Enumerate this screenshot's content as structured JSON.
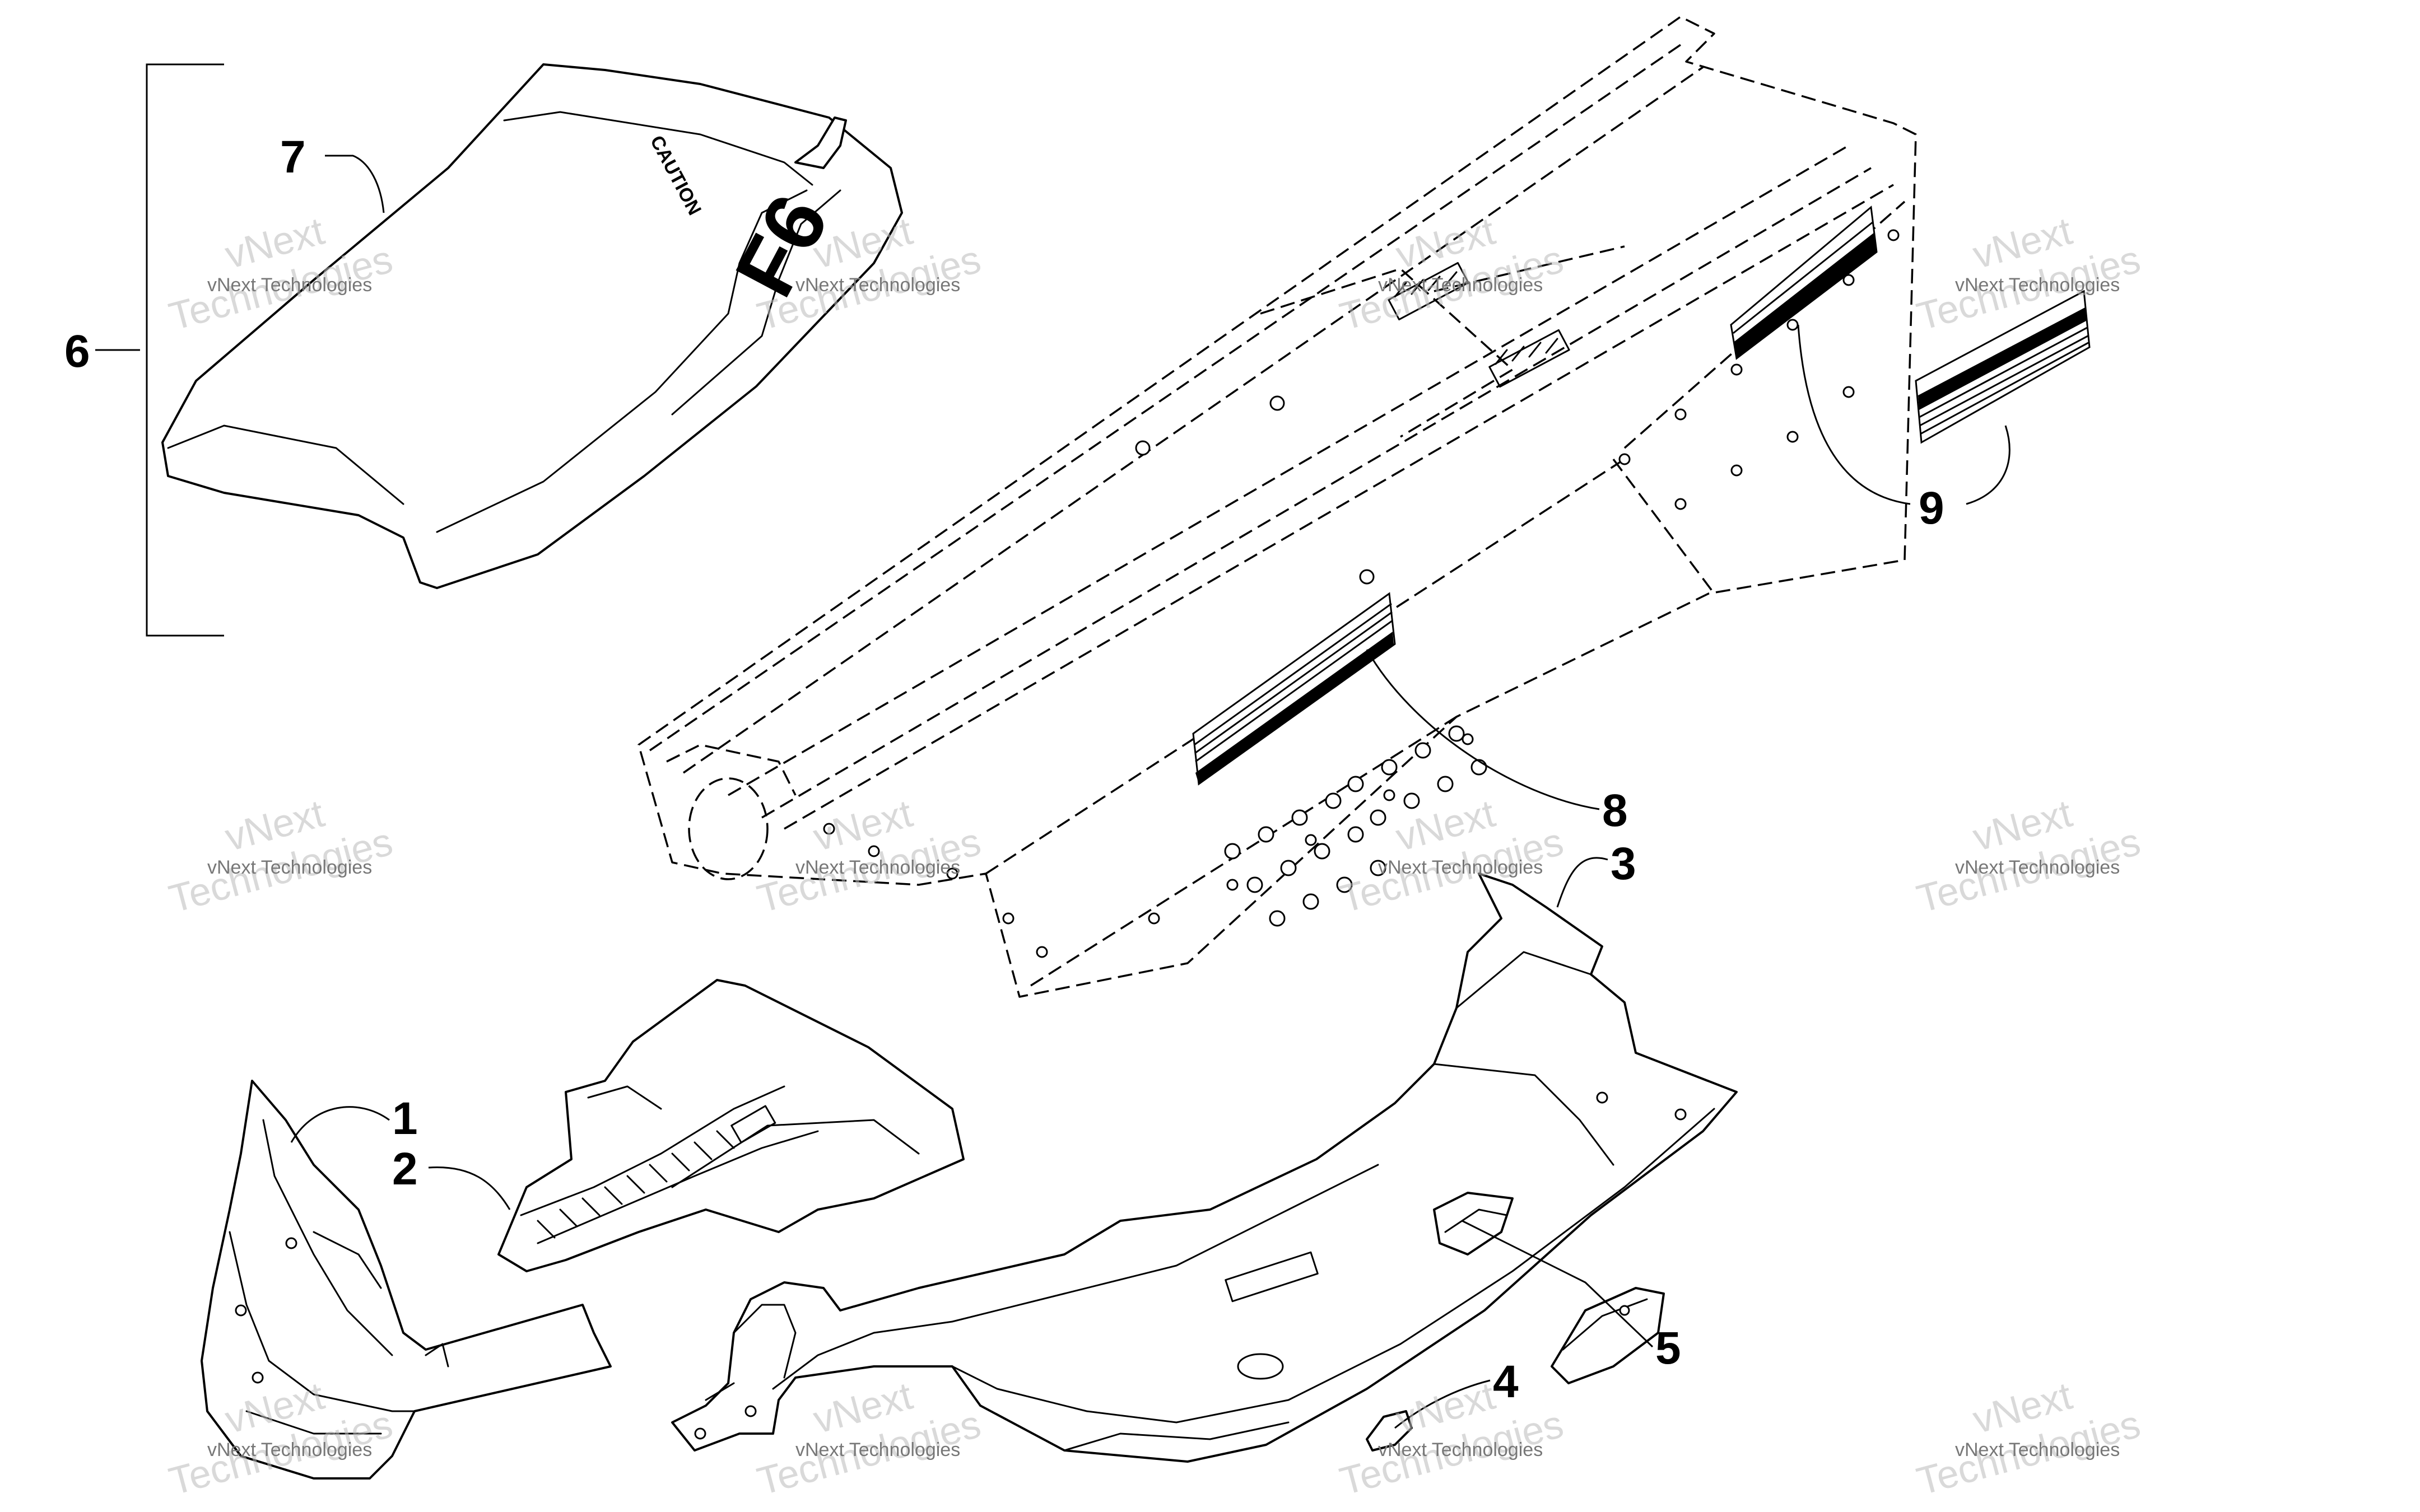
{
  "callouts": [
    {
      "id": "1",
      "label": "1"
    },
    {
      "id": "2",
      "label": "2"
    },
    {
      "id": "3",
      "label": "3"
    },
    {
      "id": "4",
      "label": "4"
    },
    {
      "id": "5",
      "label": "5"
    },
    {
      "id": "6",
      "label": "6"
    },
    {
      "id": "7",
      "label": "7"
    },
    {
      "id": "8",
      "label": "8"
    },
    {
      "id": "9",
      "label": "9"
    }
  ],
  "seat_decal": {
    "model": "F6",
    "warning": "CAUTION"
  },
  "watermark": {
    "small_text": "vNext Technologies",
    "large_word_1": "vNext",
    "large_word_2": "Technologies"
  },
  "colors": {
    "line": "#000000",
    "background": "#ffffff",
    "watermark": "#bbbbbb"
  }
}
